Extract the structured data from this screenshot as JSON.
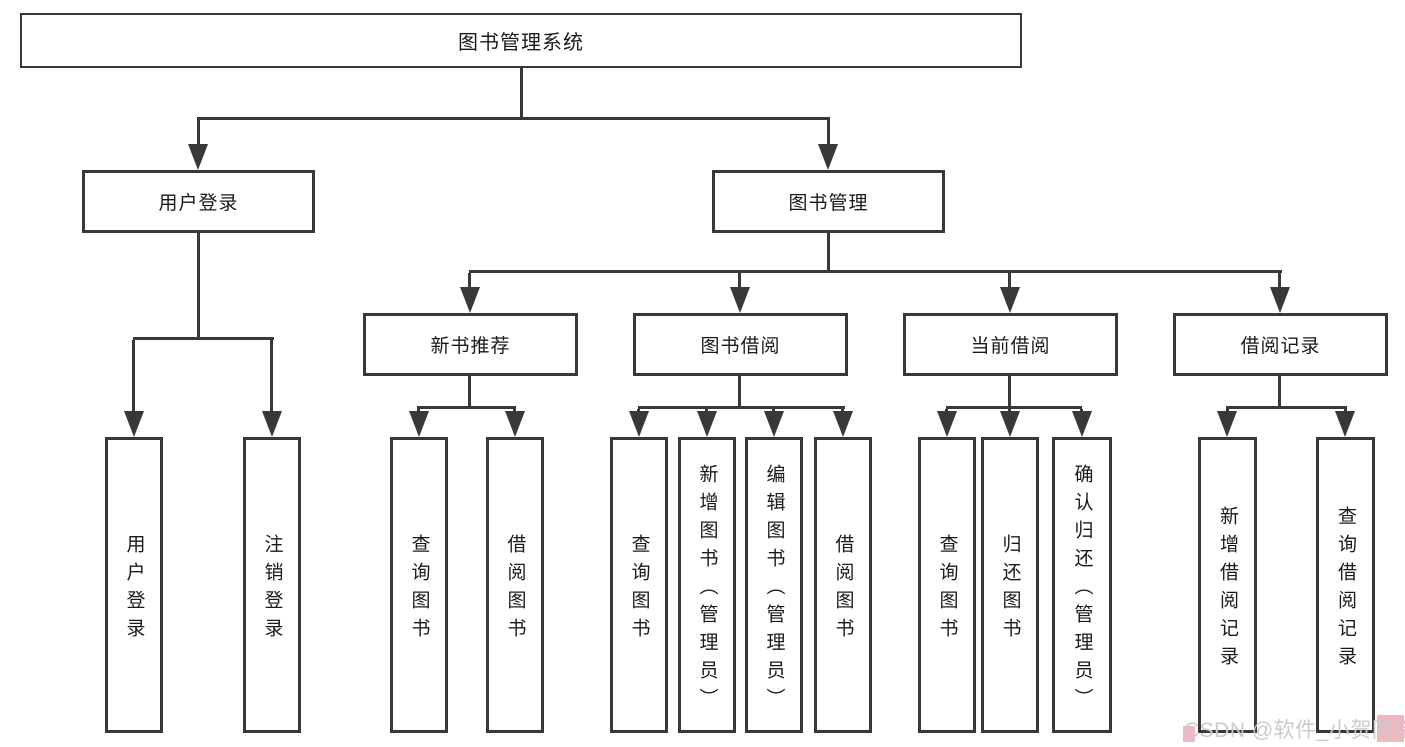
{
  "tree": {
    "root": {
      "label": "图书管理系统"
    },
    "branches": [
      {
        "label": "用户登录",
        "children": [
          {
            "label": "用户登录"
          },
          {
            "label": "注销登录"
          }
        ]
      },
      {
        "label": "图书管理",
        "children": [
          {
            "label": "新书推荐",
            "children": [
              {
                "label": "查询图书"
              },
              {
                "label": "借阅图书"
              }
            ]
          },
          {
            "label": "图书借阅",
            "children": [
              {
                "label": "查询图书"
              },
              {
                "label": "新增图书（管理员）"
              },
              {
                "label": "编辑图书（管理员）"
              },
              {
                "label": "借阅图书"
              }
            ]
          },
          {
            "label": "当前借阅",
            "children": [
              {
                "label": "查询图书"
              },
              {
                "label": "归还图书"
              },
              {
                "label": "确认归还（管理员）"
              }
            ]
          },
          {
            "label": "借阅记录",
            "children": [
              {
                "label": "新增借阅记录"
              },
              {
                "label": "查询借阅记录"
              }
            ]
          }
        ]
      }
    ]
  },
  "watermark": {
    "text": "CSDN @软件_小贺同学"
  },
  "colors": {
    "line": "#383838",
    "box_border": "#383838",
    "text": "#1a1a1a",
    "background": "#ffffff",
    "watermark_text": "#cbcbcb",
    "watermark_highlight": "#f2b6c0"
  }
}
